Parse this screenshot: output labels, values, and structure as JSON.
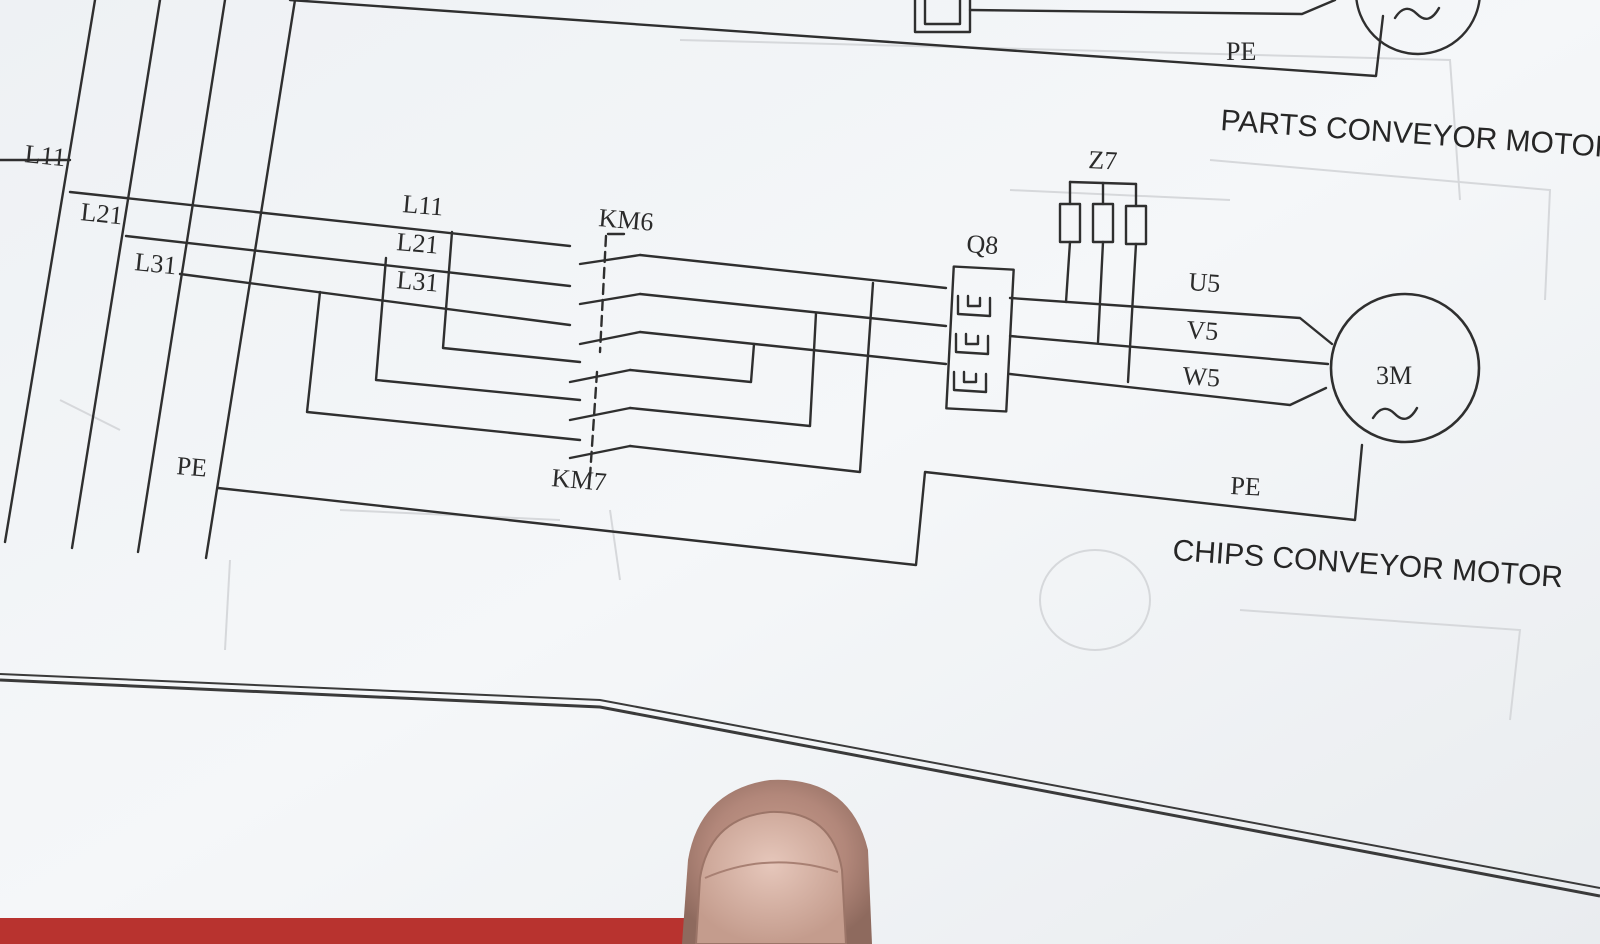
{
  "diagram": {
    "top_pe_label": "PE",
    "parts_motor_title": "PARTS CONVEYOR MOTOR",
    "chips_motor_title": "CHIPS CONVEYOR MOTOR",
    "bus_labels": {
      "l11": "L11",
      "l21": "L21",
      "l31": "L31",
      "pe": "PE"
    },
    "branch_labels": {
      "l11": "L11",
      "l21": "L21",
      "l31": "L31"
    },
    "contactor_forward": "KM6",
    "contactor_reverse": "KM7",
    "breaker": "Q8",
    "suppressor": "Z7",
    "phase_labels": {
      "u": "U5",
      "v": "V5",
      "w": "W5"
    },
    "motor_pe_label": "PE",
    "motor_label": "3M",
    "ac_symbol": "∿"
  },
  "colors": {
    "paper": "#f4f6f8",
    "ink": "#2f2f2f",
    "background": "#c9c9c7",
    "table_edge": "#b8332f"
  }
}
